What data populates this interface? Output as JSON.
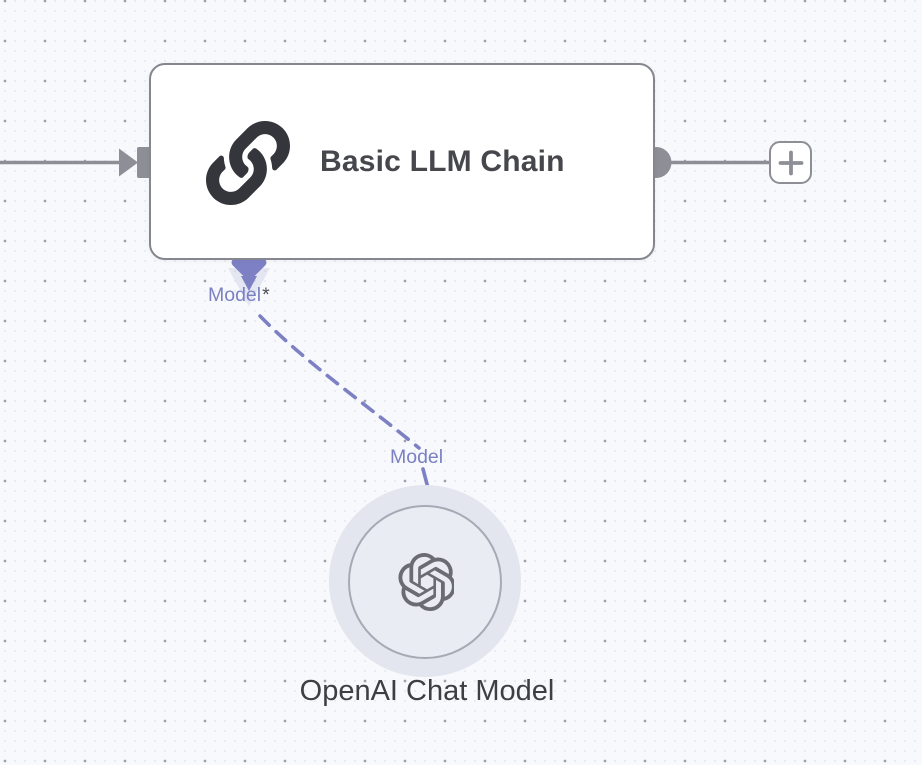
{
  "app": {
    "name": "workflow-editor-canvas"
  },
  "canvas": {
    "nodes": [
      {
        "id": "basic-llm-chain",
        "type": "node",
        "title": "Basic LLM Chain",
        "icon": "chain-link-icon",
        "ports": {
          "input": {
            "side": "left",
            "shape": "square-with-arrow"
          },
          "output": {
            "side": "right",
            "shape": "circle"
          },
          "sub_input": {
            "side": "bottom",
            "shape": "diamond",
            "label": "Model",
            "required_marker": "*"
          }
        }
      },
      {
        "id": "openai-chat-model",
        "type": "configuration-node",
        "title": "OpenAI Chat Model",
        "icon": "openai-logo-icon",
        "ports": {
          "output": {
            "side": "top",
            "shape": "diamond",
            "label": "Model"
          }
        }
      }
    ],
    "connections": [
      {
        "from": "openai-chat-model",
        "to": "basic-llm-chain",
        "style": "dashed",
        "color": "#7b80c3"
      }
    ],
    "add_node_button": {
      "icon": "plus-icon"
    },
    "labels": {
      "chain_node": "Basic LLM Chain",
      "chain_sub_input": "Model",
      "chain_sub_input_required": "*",
      "model_output": "Model",
      "openai_node": "OpenAI Chat Model"
    },
    "colors": {
      "canvas_background": "#f8f9fc",
      "grid_dot_major": "#9fa1ab",
      "grid_dot_minor": "#e4e7f0",
      "node_border": "#85868e",
      "connector_gray": "#8e8f96",
      "ai_connection_purple": "#7d81c4",
      "label_purple": "#7b80c3",
      "required_marker_dark": "#515159",
      "node_title_text": "#46474d",
      "icon_dark": "#35363c",
      "openai_logo_gray": "#6a6b73",
      "openai_halo": "#e3e6ef",
      "openai_circle_fill": "#eaecf4"
    }
  }
}
